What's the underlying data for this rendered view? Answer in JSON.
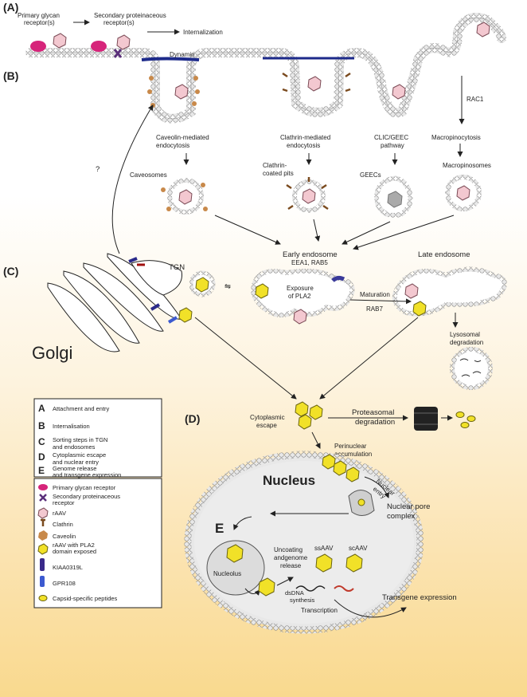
{
  "sections": {
    "a": "(A)",
    "b": "(B)",
    "c": "(C)",
    "d": "(D)",
    "e": "E"
  },
  "labels": {
    "primary_glycan_l1": "Primary glycan",
    "primary_glycan_l2": "receptor(s)",
    "secondary_receptor_l1": "Secondary proteinaceous",
    "secondary_receptor_l2": "receptor(s)",
    "internalization": "Internalization",
    "dynamin": "Dynamin",
    "rac1": "RAC1",
    "caveolin_endo_l1": "Caveolin-mediated",
    "caveolin_endo_l2": "endocytosis",
    "clathrin_endo_l1": "Clathrin-mediated",
    "clathrin_endo_l2": "endocytosis",
    "clic_geec_l1": "CLIC/GEEC",
    "clic_geec_l2": "pathway",
    "macropinocytosis": "Macropinocytosis",
    "caveosomes": "Caveosomes",
    "clathrin_pits_l1": "Clathrin-",
    "clathrin_pits_l2": "coated pits",
    "geecs": "GEECs",
    "macropinosomes": "Macropinosomes",
    "question_mark": "?",
    "early_endosome": "Early endosome",
    "eea1_rab5": "EEA1, RAB5",
    "late_endosome": "Late endosome",
    "exposure_pla2_l1": "Exposure",
    "exposure_pla2_l2": "of PLA2",
    "maturation": "Maturation",
    "rab7": "RAB7",
    "lysosomal_l1": "Lysosomal",
    "lysosomal_l2": "degradation",
    "tgn": "TGN",
    "golgi": "Golgi",
    "exchange_arrows": "⇋",
    "cytoplasmic_l1": "Cytoplasmic",
    "cytoplasmic_l2": "escape",
    "proteasomal_l1": "Proteasomal",
    "proteasomal_l2": "degradation",
    "perinuclear_l1": "Perinuclear",
    "perinuclear_l2": "accumulation",
    "nucleus": "Nucleus",
    "nuclear_entry_l1": "Nuclear",
    "nuclear_entry_l2": "entry",
    "npc_l1": "Nuclear pore",
    "npc_l2": "complex",
    "nucleolus": "Nucleolus",
    "uncoating_l1": "Uncoating",
    "uncoating_l2": "andgenome",
    "uncoating_l3": "release",
    "ssaav": "ssAAV",
    "scaav": "scAAV",
    "dsdna_l1": "dsDNA",
    "dsdna_l2": "synthesis",
    "transcription": "Transcription",
    "transgene_expression": "Transgene expression"
  },
  "legend": {
    "steps": [
      {
        "letter": "A",
        "text": "Attachment and entry"
      },
      {
        "letter": "B",
        "text": "Internalisation"
      },
      {
        "letter": "C",
        "text": "Sorting steps in TGN",
        "text2": "and endosomes"
      },
      {
        "letter": "D",
        "text": "Cytoplasmic escape",
        "text2": "and nuclear entry"
      },
      {
        "letter": "E",
        "text": "Genome release",
        "text2": "and transgene expression"
      }
    ],
    "symbols": [
      "Primary glycan receptor",
      "Secondary proteinaceous",
      "receptor",
      "rAAV",
      "Clathrin",
      "Caveolin",
      "rAAV with PLA2",
      "domain exposed",
      "KIAA0319L",
      "GPR108",
      "Capsid-specific peptides"
    ]
  },
  "colors": {
    "glycan_receptor": "#d6247a",
    "secondary_receptor": "#5a2f7a",
    "raav": "#f3c8d0",
    "raav_pla2": "#f1e128",
    "caveolin": "#c8894a",
    "clathrin": "#7a4a1e",
    "dynamin": "#1d2a8a"
  }
}
